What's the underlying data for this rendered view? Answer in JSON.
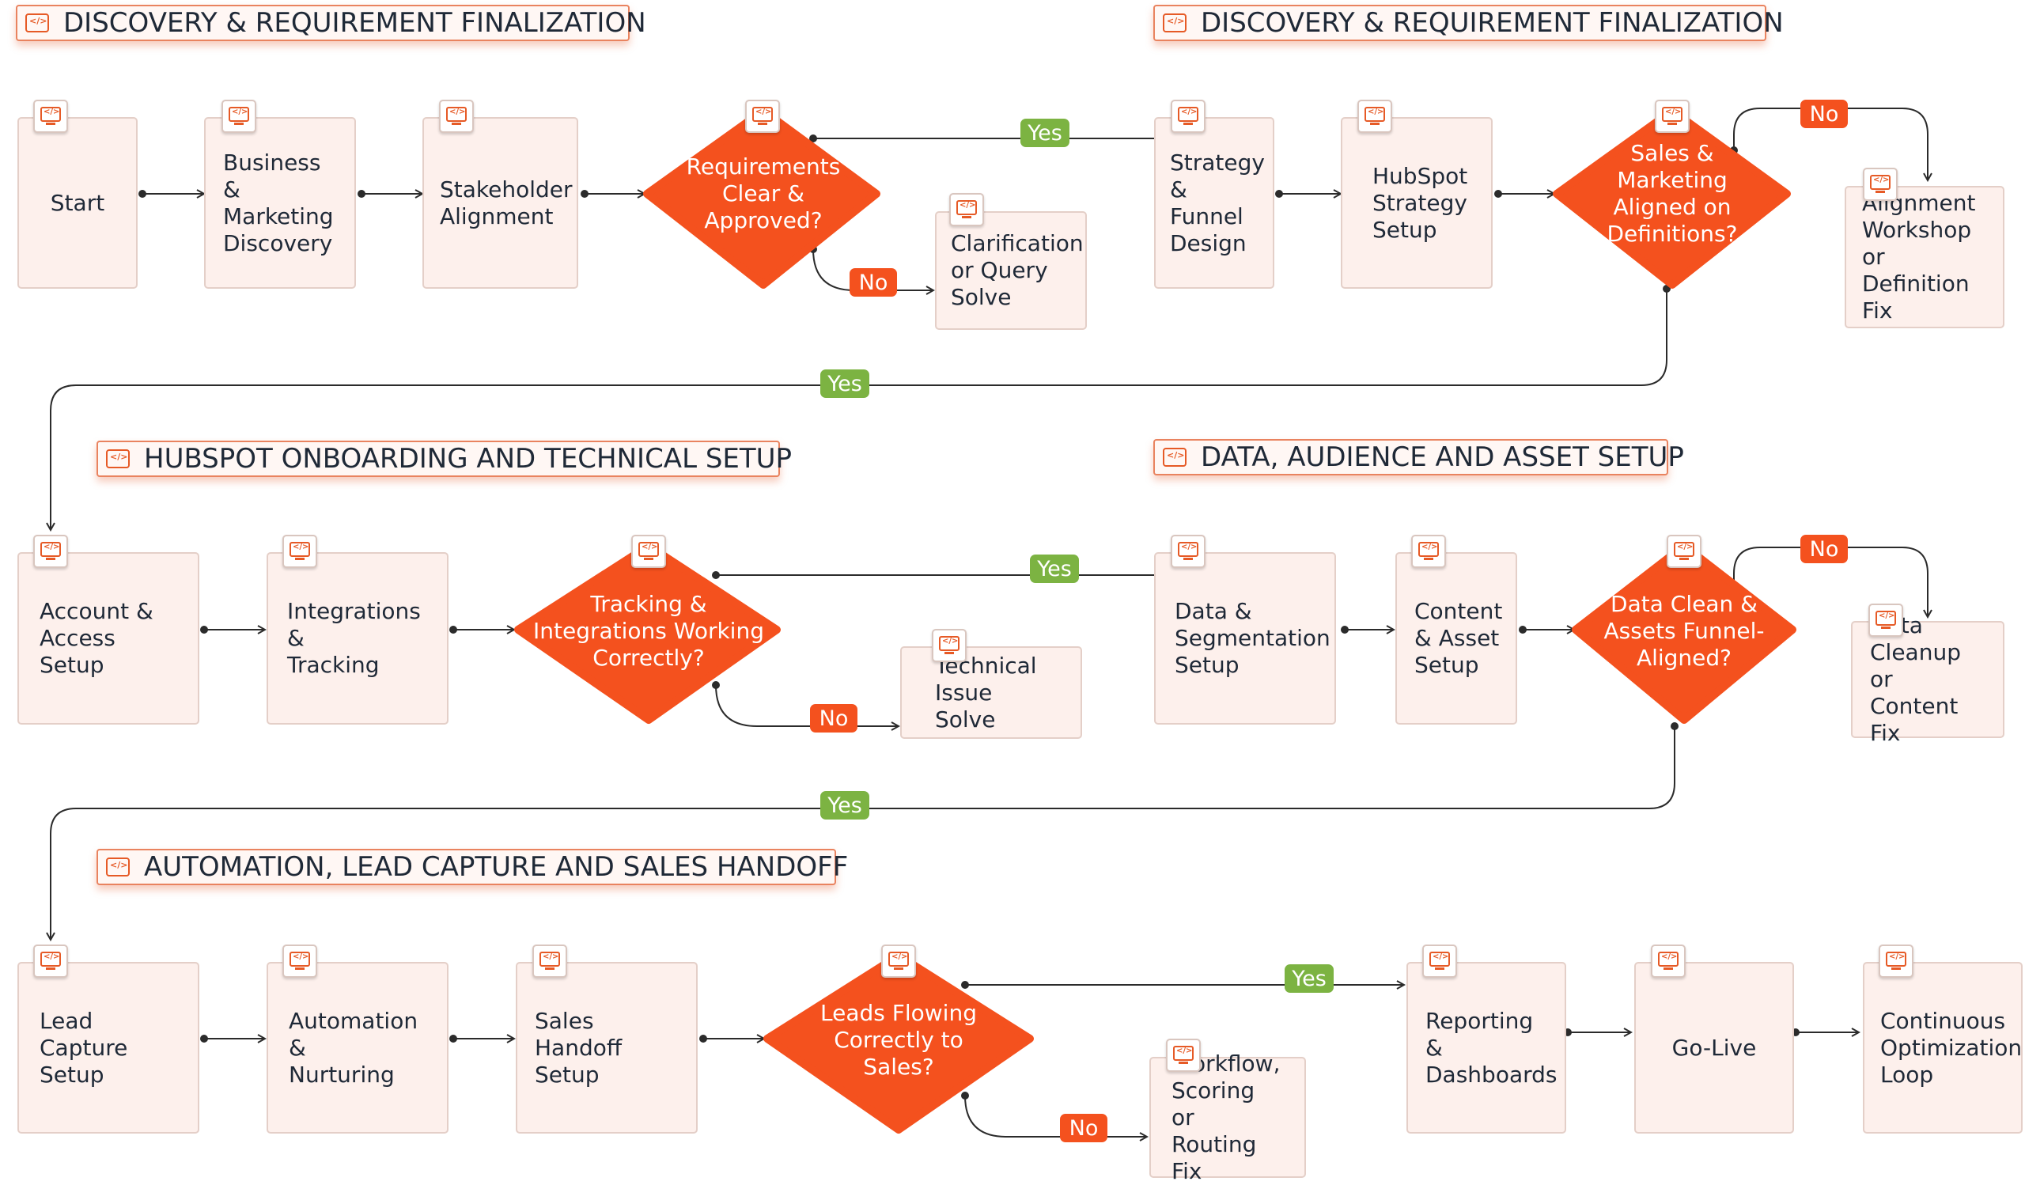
{
  "headers": {
    "h1": "DISCOVERY & REQUIREMENT FINALIZATION",
    "h2": "DISCOVERY & REQUIREMENT FINALIZATION",
    "h3": "HUBSPOT ONBOARDING AND TECHNICAL SETUP",
    "h4": "DATA, AUDIENCE AND ASSET SETUP",
    "h5": "AUTOMATION, LEAD CAPTURE AND SALES HANDOFF"
  },
  "steps": {
    "start": "Start",
    "business_discovery": "Business &\nMarketing\nDiscovery",
    "stakeholder_alignment": "Stakeholder\nAlignment",
    "clarification": "Clarification\nor Query\nSolve",
    "strategy_funnel": "Strategy\n& Funnel\nDesign",
    "hubspot_strategy": "HubSpot\nStrategy\nSetup",
    "alignment_workshop": "Alignment\nWorkshop\nor Definition\nFix",
    "account_access": "Account &\nAccess Setup",
    "integrations_tracking": "Integrations &\nTracking",
    "technical_issue": "Technical\nIssue Solve",
    "data_segmentation": "Data &\nSegmentation\nSetup",
    "content_asset": "Content\n& Asset\nSetup",
    "data_cleanup": "Data\nCleanup or\nContent Fix",
    "lead_capture": "Lead Capture\nSetup",
    "automation_nurturing": "Automation &\nNurturing",
    "sales_handoff": "Sales Handoff\nSetup",
    "workflow_fix": "Workflow,\nScoring or\nRouting Fix",
    "reporting": "Reporting &\nDashboards",
    "go_live": "Go-Live",
    "continuous": "Continuous\nOptimization\nLoop"
  },
  "decisions": {
    "requirements": "Requirements\nClear &\nApproved?",
    "sales_marketing": "Sales &\nMarketing\nAligned on\nDefinitions?",
    "tracking": "Tracking &\nIntegrations Working\nCorrectly?",
    "data_clean": "Data Clean &\nAssets Funnel-\nAligned?",
    "leads_flowing": "Leads Flowing\nCorrectly to\nSales?"
  },
  "labels": {
    "yes": "Yes",
    "no": "No"
  },
  "icon_name": "code-monitor-icon",
  "colors": {
    "accent": "#f4511e",
    "yes": "#7cb342",
    "box_fill": "#fdf0ec",
    "header_text": "#1f2937"
  }
}
